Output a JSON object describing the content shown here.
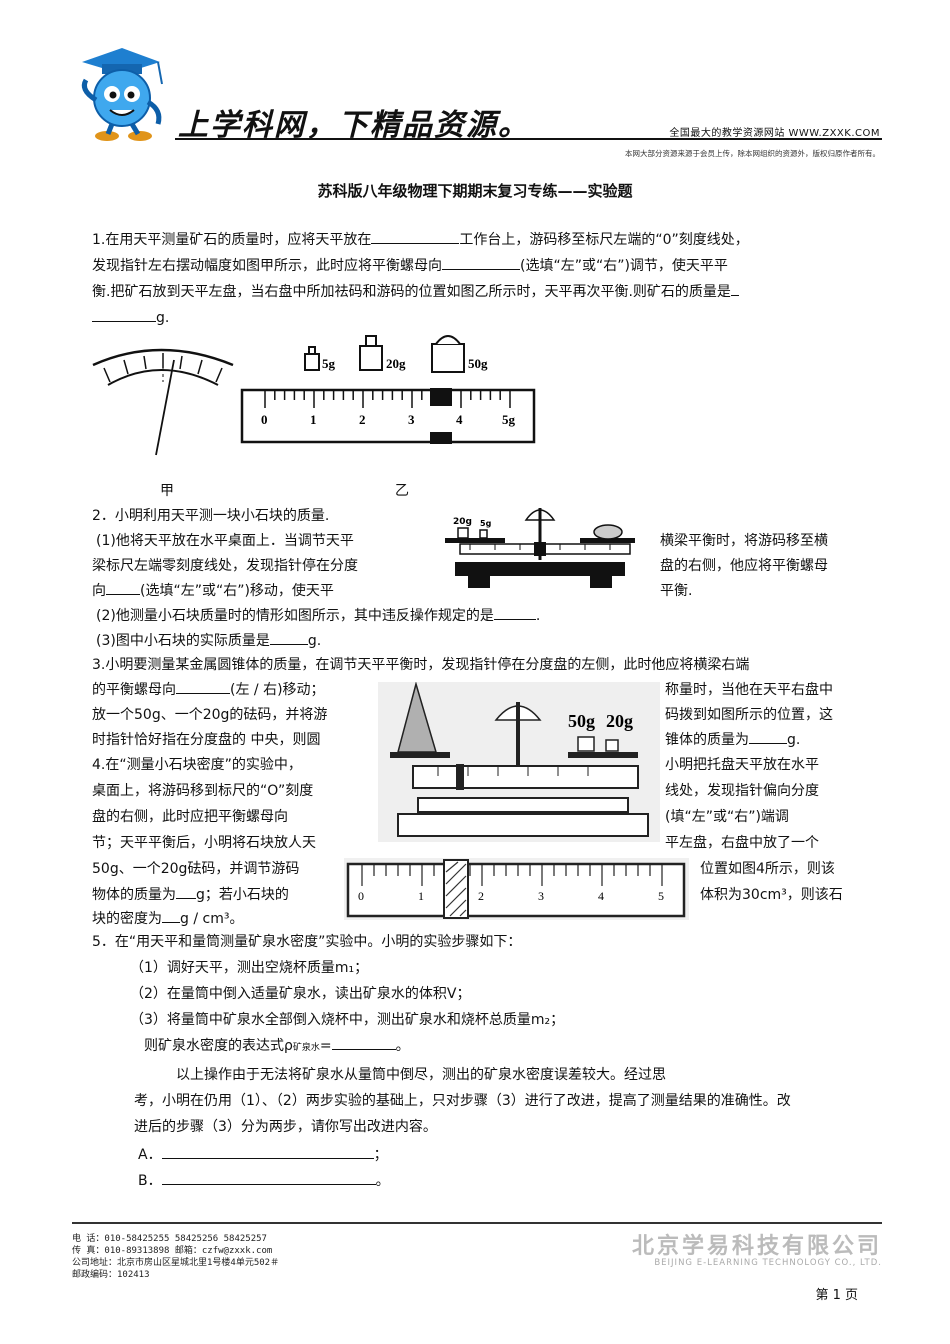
{
  "header": {
    "slogan": "上学科网，下精品资源。",
    "right_text": "全国最大的教学资源网站 WWW.ZXXK.COM",
    "sub_text": "本网大部分资源来源于会员上传，除本网组织的资源外，版权归原作者所有。"
  },
  "title": "苏科版八年级物理下期期末复习专练——实验题",
  "q1": {
    "line1a": "1.在用天平测量矿石的质量时，应将天平放在",
    "line1b": "工作台上，游码移至标尺左端的“0”刻度线处，",
    "line2a": "发现指针左右摆动幅度如图甲所示，此时应将平衡螺母向",
    "line2b": "(选填“左”或“右”)调节，使天平平",
    "line3": "衡.把矿石放到天平左盘，当右盘中所加祛码和游码的位置如图乙所示时，天平再次平衡.则矿石的质量是",
    "line4": "g.",
    "label_jia": "甲",
    "label_yi": "乙",
    "weights": [
      "5g",
      "20g",
      "50g"
    ],
    "ruler_ticks": [
      "0",
      "1",
      "2",
      "3",
      "4",
      "5g"
    ]
  },
  "q2": {
    "intro": "2．小明利用天平测一块小石块的质量.",
    "l1a": "(1)他将天平放在水平桌面上．当调节天平",
    "l1b": "横梁平衡时，将游码移至横",
    "l2a": "梁标尺左端零刻度线处，发现指针停在分度",
    "l2b": "盘的右侧，他应将平衡螺母",
    "l3a": "向",
    "l3a2": "(选填“左”或“右”)移动，使天平",
    "l3b": "平衡.",
    "l4": "(2)他测量小石块质量时的情形如图所示，其中违反操作规定的是",
    "l4end": ".",
    "l5": "(3)图中小石块的实际质量是",
    "l5end": "g.",
    "fig_labels": [
      "20g",
      "5g"
    ]
  },
  "q3": {
    "l1": "3.小明要测量某金属圆锥体的质量，在调节天平平衡时，发现指针停在分度盘的左侧，此时他应将横梁右端",
    "l2a": "的平衡螺母向",
    "l2a2": "(左 / 右)移动；",
    "l2b": "称量时，当他在天平右盘中",
    "l3a": "放一个50g、一个20g的砝码，并将游",
    "l3b": "码拨到如图所示的位置，这",
    "l4a": "时指针恰好指在分度盘的 中央，则圆",
    "l4b": "锥体的质量为",
    "l4bend": "g.",
    "fig_labels": [
      "50g",
      "20g"
    ]
  },
  "q4": {
    "l1a": "4.在“测量小石块密度”的实验中，",
    "l1b": "小明把托盘天平放在水平",
    "l2a": "桌面上，将游码移到标尺的“O”刻度",
    "l2b": "线处，发现指针偏向分度",
    "l3a": "盘的右侧，此时应把平衡螺母向",
    "l3b": "(填“左”或“右”)端调",
    "l4a": "节；天平平衡后，小明将石块放人天",
    "l4b": "平左盘，右盘中放了一个",
    "l5a": "50g、一个20g砝码，并调节游码",
    "l5b": "位置如图4所示，则该",
    "l6a": "物体的质量为",
    "l6a2": "g；若小石块的",
    "l6b": "体积为30cm³，则该石",
    "l7": "块的密度为",
    "l7end": "g / cm³。",
    "ruler_ticks": [
      "0",
      "1",
      "2",
      "3",
      "4",
      "5"
    ]
  },
  "q5": {
    "l1": "5．在“用天平和量筒测量矿泉水密度”实验中。小明的实验步骤如下：",
    "s1": "（1）调好天平，测出空烧杯质量m₁；",
    "s2": "（2）在量筒中倒入适量矿泉水，读出矿泉水的体积V；",
    "s3": "（3）将量筒中矿泉水全部倒入烧杯中，测出矿泉水和烧杯总质量m₂；",
    "s4": "则矿泉水密度的表达式ρ",
    "s4sub": "矿泉水",
    "s4b": "=",
    "s4end": "。",
    "p1": "以上操作由于无法将矿泉水从量筒中倒尽，测出的矿泉水密度误差较大。经过思",
    "p2": "考，小明在仍用（1）、（2）两步实验的基础上，只对步骤（3）进行了改进，提高了测量结果的准确性。改",
    "p3": "进后的步骤（3）分为两步，请你写出改进内容。",
    "a": "A．",
    "a_end": "；",
    "b": "B．",
    "b_end": "。"
  },
  "footer": {
    "tel": "电     话：010-58425255 58425256 58425257",
    "fax": "传     真：010-89313898 邮箱：czfw@zxxk.com",
    "addr": "公司地址：北京市房山区星城北里1号楼4单元502＃",
    "zip": "邮政编码：102413",
    "company": "北京学易科技有限公司",
    "company_en": "BEIJING E-LEARNING TECHNOLOGY CO., LTD.",
    "page": "第 1 页"
  }
}
